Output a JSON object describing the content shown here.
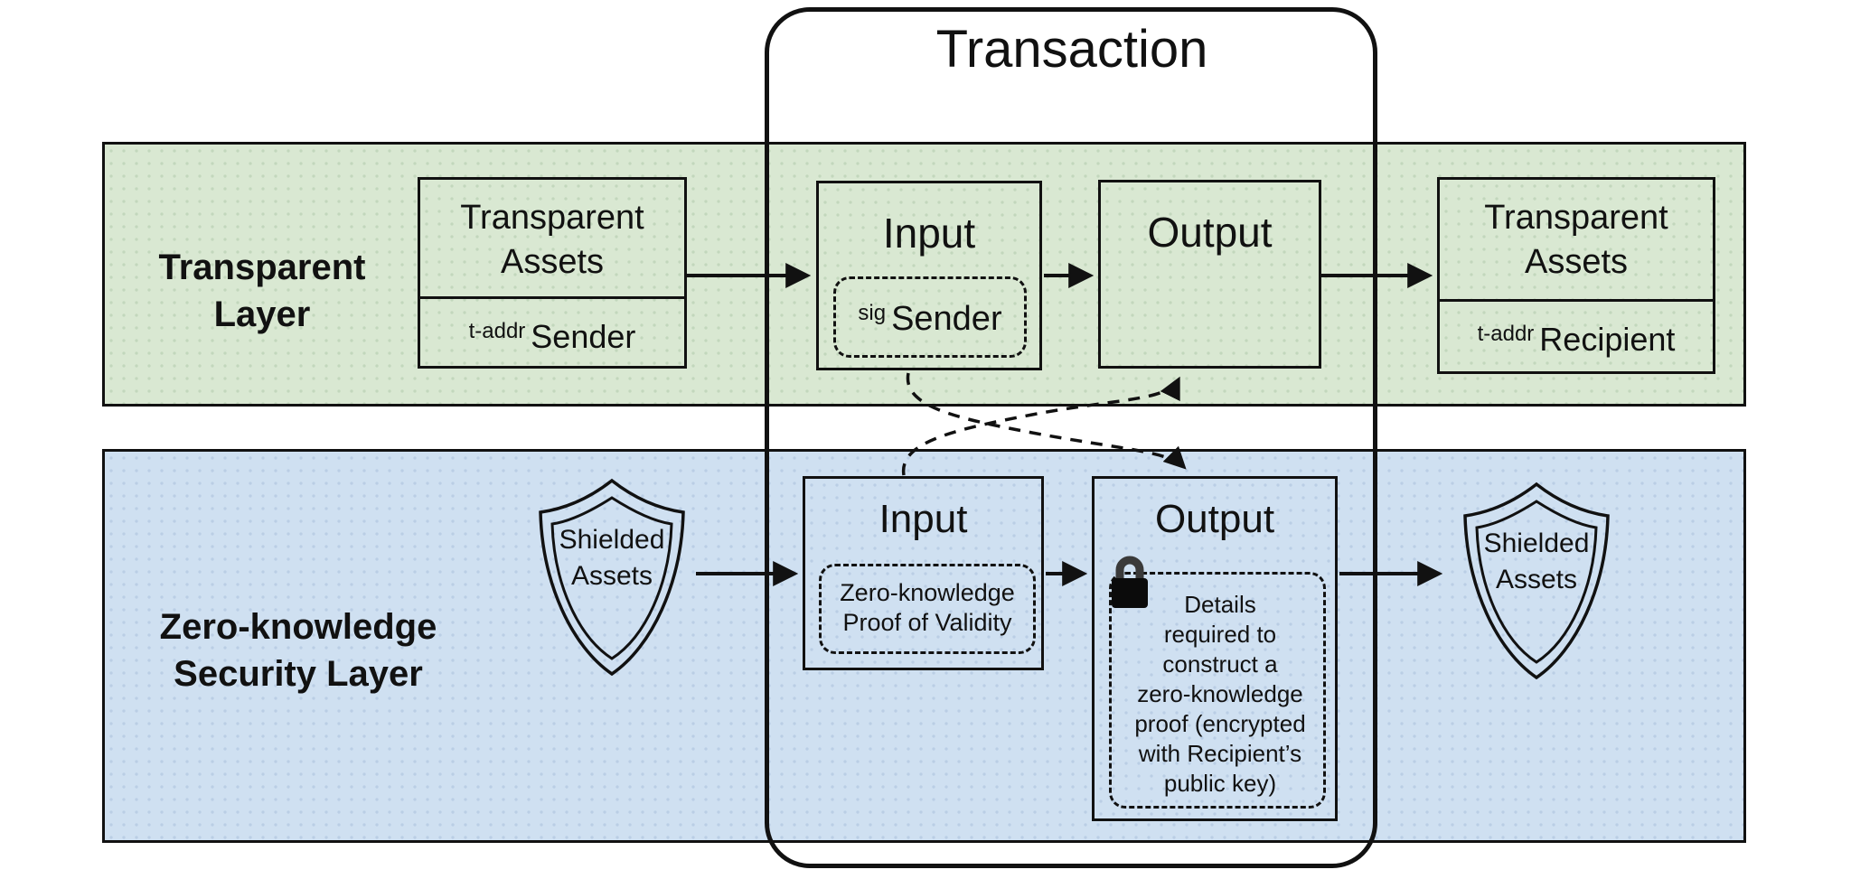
{
  "diagram": {
    "title": "Transaction"
  },
  "transparent_layer": {
    "label": "Transparent\nLayer",
    "sender_assets": {
      "title": "Transparent\nAssets",
      "addr_type": "t-addr",
      "addr_owner": "Sender"
    },
    "input": {
      "title": "Input",
      "sig_prefix": "sig",
      "sig_owner": "Sender"
    },
    "output": {
      "title": "Output"
    },
    "recipient_assets": {
      "title": "Transparent\nAssets",
      "addr_type": "t-addr",
      "addr_owner": "Recipient"
    }
  },
  "zk_layer": {
    "label": "Zero-knowledge\nSecurity Layer",
    "shield_left": {
      "label": "Shielded\nAssets"
    },
    "input": {
      "title": "Input",
      "note": "Zero-knowledge\nProof of Validity"
    },
    "output": {
      "title": "Output",
      "lock_icon": "padlock",
      "note": "Details\nrequired to\nconstruct a\nzero-knowledge\nproof (encrypted\nwith Recipient’s\npublic key)"
    },
    "shield_right": {
      "label": "Shielded\nAssets"
    }
  },
  "colors": {
    "transparent_band": "#d9e8d2",
    "zk_band": "#cfe0f1",
    "stroke": "#111111",
    "background": "#ffffff"
  }
}
